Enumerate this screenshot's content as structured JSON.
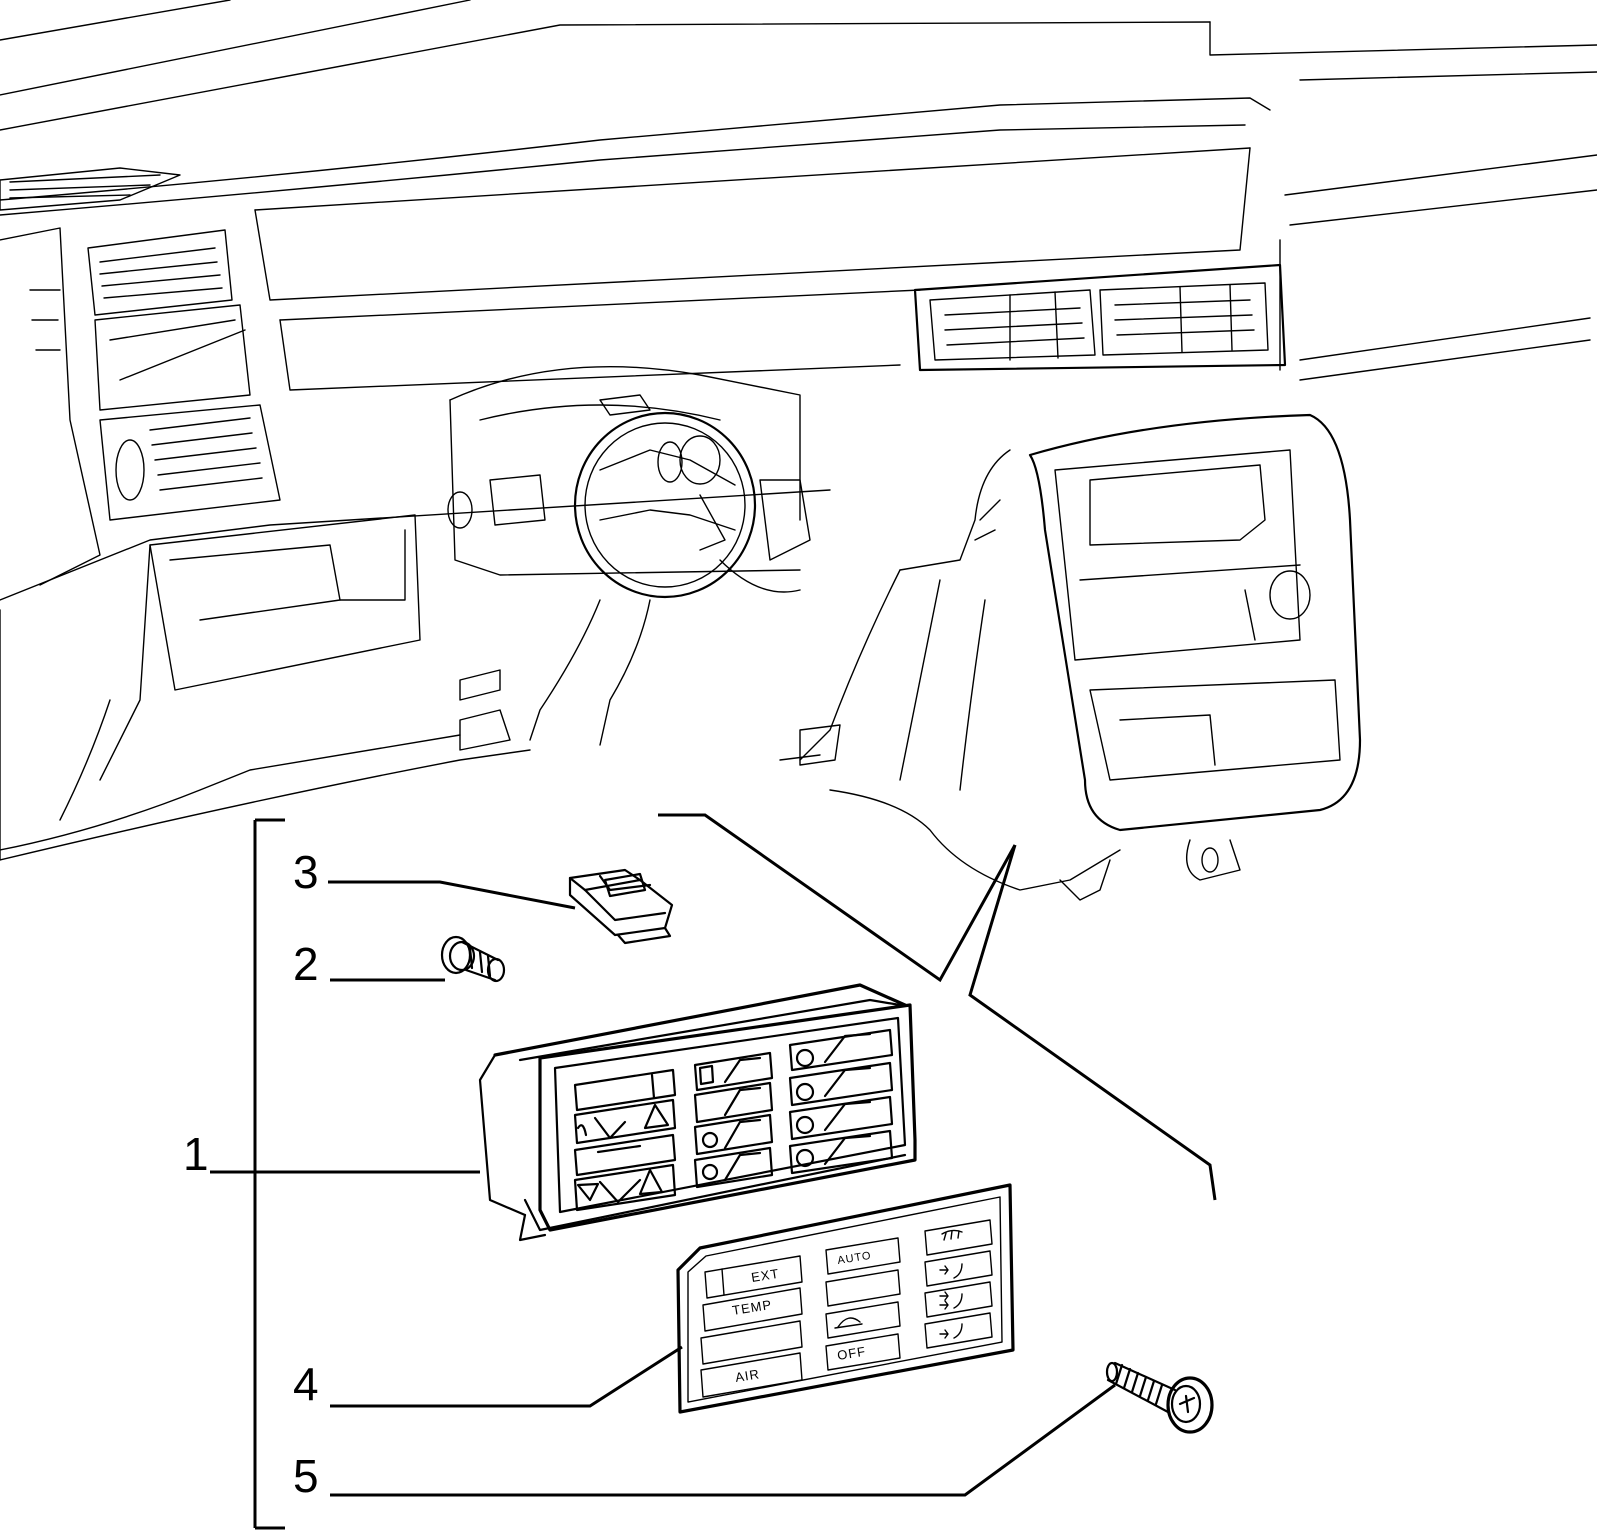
{
  "callouts": {
    "c1": "1",
    "c2": "2",
    "c3": "3",
    "c4": "4",
    "c5": "5"
  },
  "panel": {
    "ext": "EXT",
    "temp": "TEMP",
    "air": "AIR",
    "auto": "AUTO",
    "off": "OFF"
  },
  "icons": [
    "defrost-icon",
    "vent-face-icon",
    "vent-face-feet-icon",
    "vent-feet-icon",
    "recirculation-icon"
  ],
  "colors": {
    "line": "#000000",
    "background": "#ffffff"
  }
}
